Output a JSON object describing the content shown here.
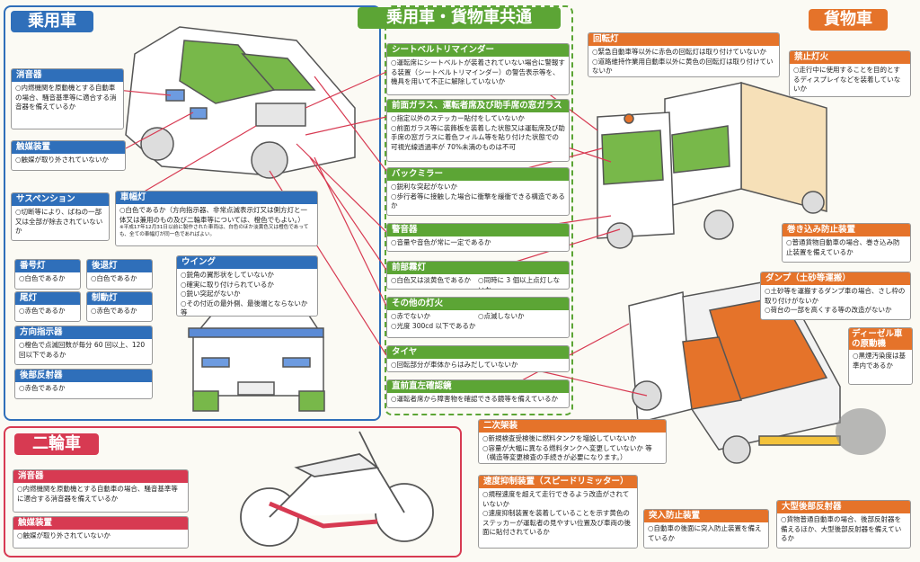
{
  "sections": {
    "passenger": "乗用車",
    "common": "乗用車・貨物車共通",
    "cargo": "貨物車",
    "twowheel": "二輪車"
  },
  "passenger_boxes": {
    "muffler": {
      "title": "消音器",
      "lines": [
        "○内燃機関を原動機とする自動車の場合、騒音基準等に適合する消音器を備えているか"
      ]
    },
    "catalyst": {
      "title": "触媒装置",
      "lines": [
        "○触媒が取り外されていないか"
      ]
    },
    "suspension": {
      "title": "サスペンション",
      "lines": [
        "○切断等により、ばねの一部又は全部が除去されていないか"
      ]
    },
    "sidemarker": {
      "title": "車幅灯",
      "lines": [
        "○白色であるか（方向指示器、非常点滅表示灯又は側方灯と一体又は兼用のもの及び二輪車等については、橙色でもよい。）"
      ],
      "note": "※平成17年12月31日以前に製作された車両は、白色のほか淡黄色又は橙色であっても、全ての車幅灯が同一色であればよい。"
    },
    "plate_lamp": {
      "title": "番号灯",
      "lines": [
        "○白色であるか"
      ]
    },
    "reverse_lamp": {
      "title": "後退灯",
      "lines": [
        "○白色であるか"
      ]
    },
    "tail_lamp": {
      "title": "尾灯",
      "lines": [
        "○赤色であるか"
      ]
    },
    "brake_lamp": {
      "title": "制動灯",
      "lines": [
        "○赤色であるか"
      ]
    },
    "turn_signal": {
      "title": "方向指示器",
      "lines": [
        "○橙色で点滅回数が毎分 60 回以上、120 回以下であるか"
      ]
    },
    "rear_reflector": {
      "title": "後部反射器",
      "lines": [
        "○赤色であるか"
      ]
    },
    "wing": {
      "title": "ウイング",
      "lines": [
        "○鋭角の翼形状をしていないか",
        "○確実に取り付けられているか",
        "○鋭い突起がないか",
        "○その付近の最外側、最後端とならないか 等"
      ]
    }
  },
  "common_boxes": {
    "seatbelt": {
      "title": "シートベルトリマインダー",
      "lines": [
        "○運転席にシートベルトが装着されていない場合に警報する装置（シートベルトリマインダー）の警告表示等を、機具を用いて不正に解除していないか"
      ]
    },
    "windshield": {
      "title": "前面ガラス、運転者席及び助手席の窓ガラス",
      "lines": [
        "○指定以外のステッカー貼付をしていないか",
        "○前面ガラス等に装飾板を装着した状態又は運転席及び助手席の窓ガラスに着色フィルム等を貼り付けた状態での可視光線透過率が 70%未満のものは不可"
      ]
    },
    "mirror": {
      "title": "バックミラー",
      "lines": [
        "○鋭利な突起がないか",
        "○歩行者等に接触した場合に衝撃を緩衝できる構造であるか"
      ]
    },
    "horn": {
      "title": "警音器",
      "lines": [
        "○音量や音色が常に一定であるか"
      ]
    },
    "fog": {
      "title": "前部霧灯",
      "lines": [
        "○白色又は淡黄色であるか",
        "○同時に 3 個以上点灯しないか"
      ]
    },
    "other_lights": {
      "title": "その他の灯火",
      "lines": [
        "○赤でないか",
        "○点滅しないか",
        "○光度 300cd 以下であるか"
      ]
    },
    "tire": {
      "title": "タイヤ",
      "lines": [
        "○回転部分が車体からはみだしていないか"
      ]
    },
    "front_view": {
      "title": "直前直左確認鏡",
      "lines": [
        "○運転者席から障害物を確認できる鏡等を備えているか"
      ]
    }
  },
  "cargo_boxes": {
    "rotating": {
      "title": "回転灯",
      "lines": [
        "○緊急自動車等以外に赤色の回転灯は取り付けていないか",
        "○道路維持作業用自動車以外に黄色の回転灯は取り付けていないか"
      ]
    },
    "banned_light": {
      "title": "禁止灯火",
      "lines": [
        "○走行中に使用することを目的とするディスプレイなどを装着していないか"
      ]
    },
    "guard": {
      "title": "巻き込み防止装置",
      "lines": [
        "○普通貨物自動車の場合、巻き込み防止装置を備えているか"
      ]
    },
    "dump": {
      "title": "ダンプ（土砂等運搬）",
      "lines": [
        "○土砂等を運搬するダンプ車の場合、さし枠の取り付けがないか",
        "○荷台の一部を高くする等の改造がないか"
      ]
    },
    "diesel": {
      "title": "ディーゼル車の原動機",
      "lines": [
        "○黒煙汚染度は基準内であるか"
      ]
    },
    "secondary": {
      "title": "二次架装",
      "lines": [
        "○新規検査受検後に燃料タンクを増設していないか",
        "○容量が大幅に異なる燃料タンクへ変更していないか 等",
        "（構造等変更検査の手続きが必要になります。）"
      ]
    },
    "limiter": {
      "title": "速度抑制装置（スピードリミッター）",
      "lines": [
        "○規程速度を超えて走行できるよう改造がされていないか",
        "○速度抑制装置を装着していることを示す黄色のステッカーが運転者の見やすい位置及び車両の後面に貼付されているか"
      ]
    },
    "underrun": {
      "title": "突入防止装置",
      "lines": [
        "○自動車の後面に突入防止装置を備えているか"
      ]
    },
    "large_reflector": {
      "title": "大型後部反射器",
      "lines": [
        "○貨物普通自動車の場合、後部反射器を備えるほか、大型後部反射器を備えているか"
      ]
    }
  },
  "twowheel_boxes": {
    "muffler": {
      "title": "消音器",
      "lines": [
        "○内燃機関を原動機とする自動車の場合、騒音基準等に適合する消音器を備えているか"
      ]
    },
    "catalyst": {
      "title": "触媒装置",
      "lines": [
        "○触媒が取り外されていないか"
      ]
    }
  },
  "colors": {
    "blue": "#2f6fba",
    "green": "#5ca535",
    "orange": "#e5732a",
    "red": "#d73a52"
  }
}
